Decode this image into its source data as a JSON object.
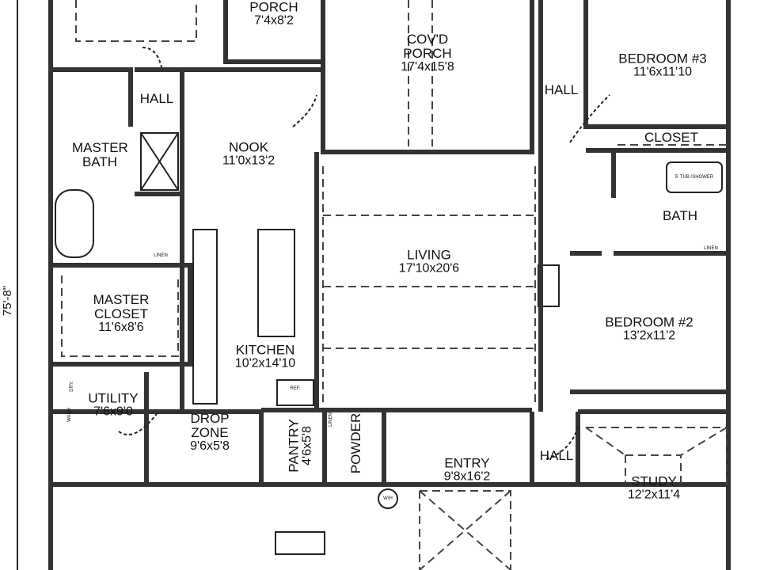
{
  "overall_dimension": "75'-8\"",
  "rooms": {
    "porch": {
      "name": "PORCH",
      "dims": "7'4x8'2"
    },
    "covd_porch": {
      "name": "COV'D PORCH",
      "dims": "17'4x15'8"
    },
    "bedroom3": {
      "name": "BEDROOM #3",
      "dims": "11'6x11'10"
    },
    "hall_top_left": {
      "name": "HALL"
    },
    "hall_right": {
      "name": "HALL"
    },
    "hall_bottom": {
      "name": "HALL"
    },
    "master_bath": {
      "name": "MASTER BATH"
    },
    "nook": {
      "name": "NOOK",
      "dims": "11'0x13'2"
    },
    "closet": {
      "name": "CLOSET"
    },
    "bath": {
      "name": "BATH"
    },
    "living": {
      "name": "LIVING",
      "dims": "17'10x20'6"
    },
    "master_closet": {
      "name": "MASTER CLOSET",
      "dims": "11'6x8'6"
    },
    "bedroom2": {
      "name": "BEDROOM #2",
      "dims": "13'2x11'2"
    },
    "kitchen": {
      "name": "KITCHEN",
      "dims": "10'2x14'10"
    },
    "utility": {
      "name": "UTILITY",
      "dims": "7'6x9'0"
    },
    "drop_zone": {
      "name": "DROP ZONE",
      "dims": "9'6x5'8"
    },
    "pantry": {
      "name": "PANTRY",
      "dims": "4'6x5'8"
    },
    "powder": {
      "name": "POWDER"
    },
    "entry": {
      "name": "ENTRY",
      "dims": "9'8x16'2"
    },
    "study": {
      "name": "STUDY",
      "dims": "12'2x11'4"
    }
  },
  "fixtures": {
    "tub_shower": "5' TUB /SHOWER",
    "linen_bath": "LINEN",
    "linen_master": "LINEN",
    "linen_powder": "LINEN",
    "ref": "REF.",
    "dryer": "DRY.",
    "washer": "WASH",
    "water_heater": "W/H"
  }
}
